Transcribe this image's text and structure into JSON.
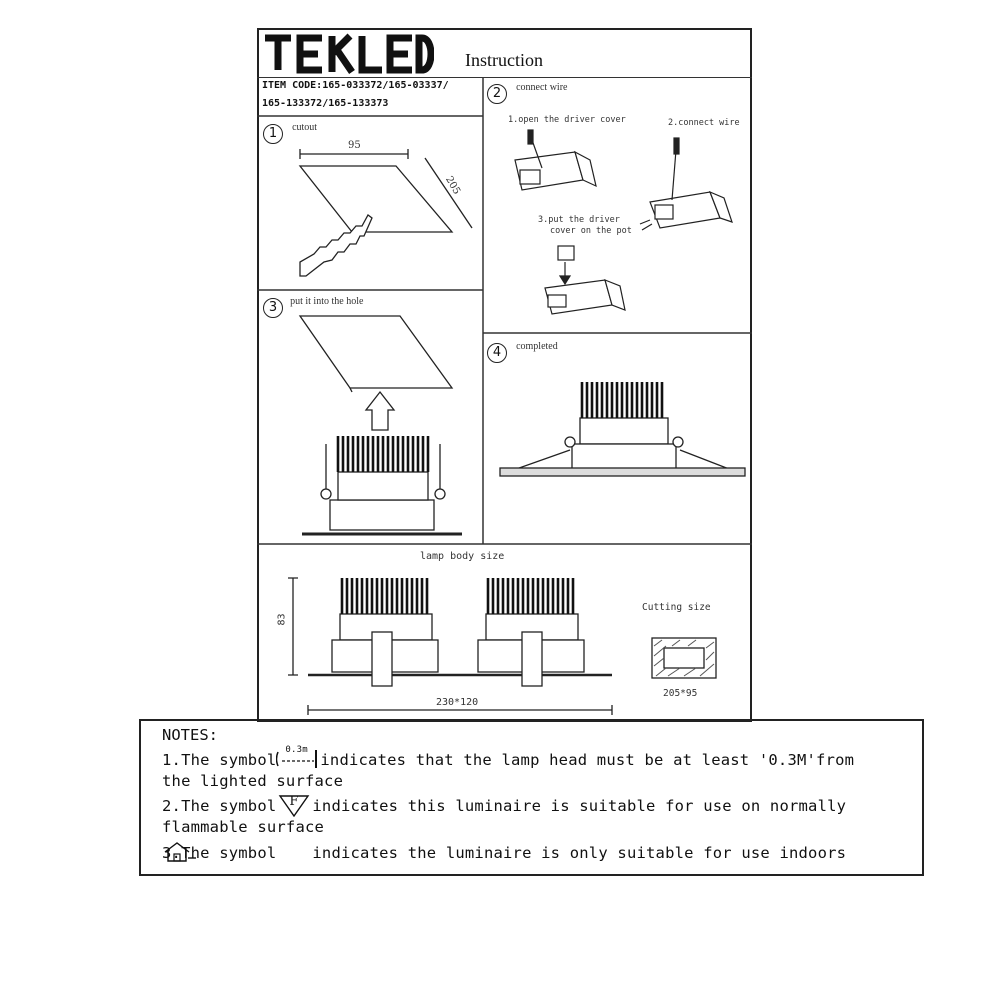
{
  "brand": "TEKLED",
  "doc_title": "Instruction",
  "item_code_line1": "ITEM CODE:165-033372/165-03337/",
  "item_code_line2": "165-133372/165-133373",
  "steps": {
    "cutout": {
      "num": "1",
      "label": "cutout",
      "dim_width": "95",
      "dim_length": "205"
    },
    "connect_wire": {
      "num": "2",
      "label": "connect wire",
      "sub1": "1.open the driver cover",
      "sub2": "2.connect wire",
      "sub3_line1": "3.put the driver",
      "sub3_line2": "cover on the pot"
    },
    "put_into_hole": {
      "num": "3",
      "label": "put it into the hole"
    },
    "completed": {
      "num": "4",
      "label": "completed"
    }
  },
  "lamp_body": {
    "title": "lamp body size",
    "height_dim": "83",
    "width_dim": "230*120",
    "cutting_label": "Cutting size",
    "cutting_dim": "205*95"
  },
  "notes": {
    "heading": "NOTES:",
    "n1_a": "1.The symbol",
    "n1_sym": "0.3m",
    "n1_b": "indicates that the lamp head must be at least '0.3M'from",
    "n1_c": "the lighted surface",
    "n2_a": "2.The symbol",
    "n2_sym": "F",
    "n2_b": "indicates this luminaire is suitable for use on normally",
    "n2_c": "flammable surface",
    "n3_a": "3.The symbol",
    "n3_b": "indicates the luminaire is only suitable for use indoors"
  }
}
